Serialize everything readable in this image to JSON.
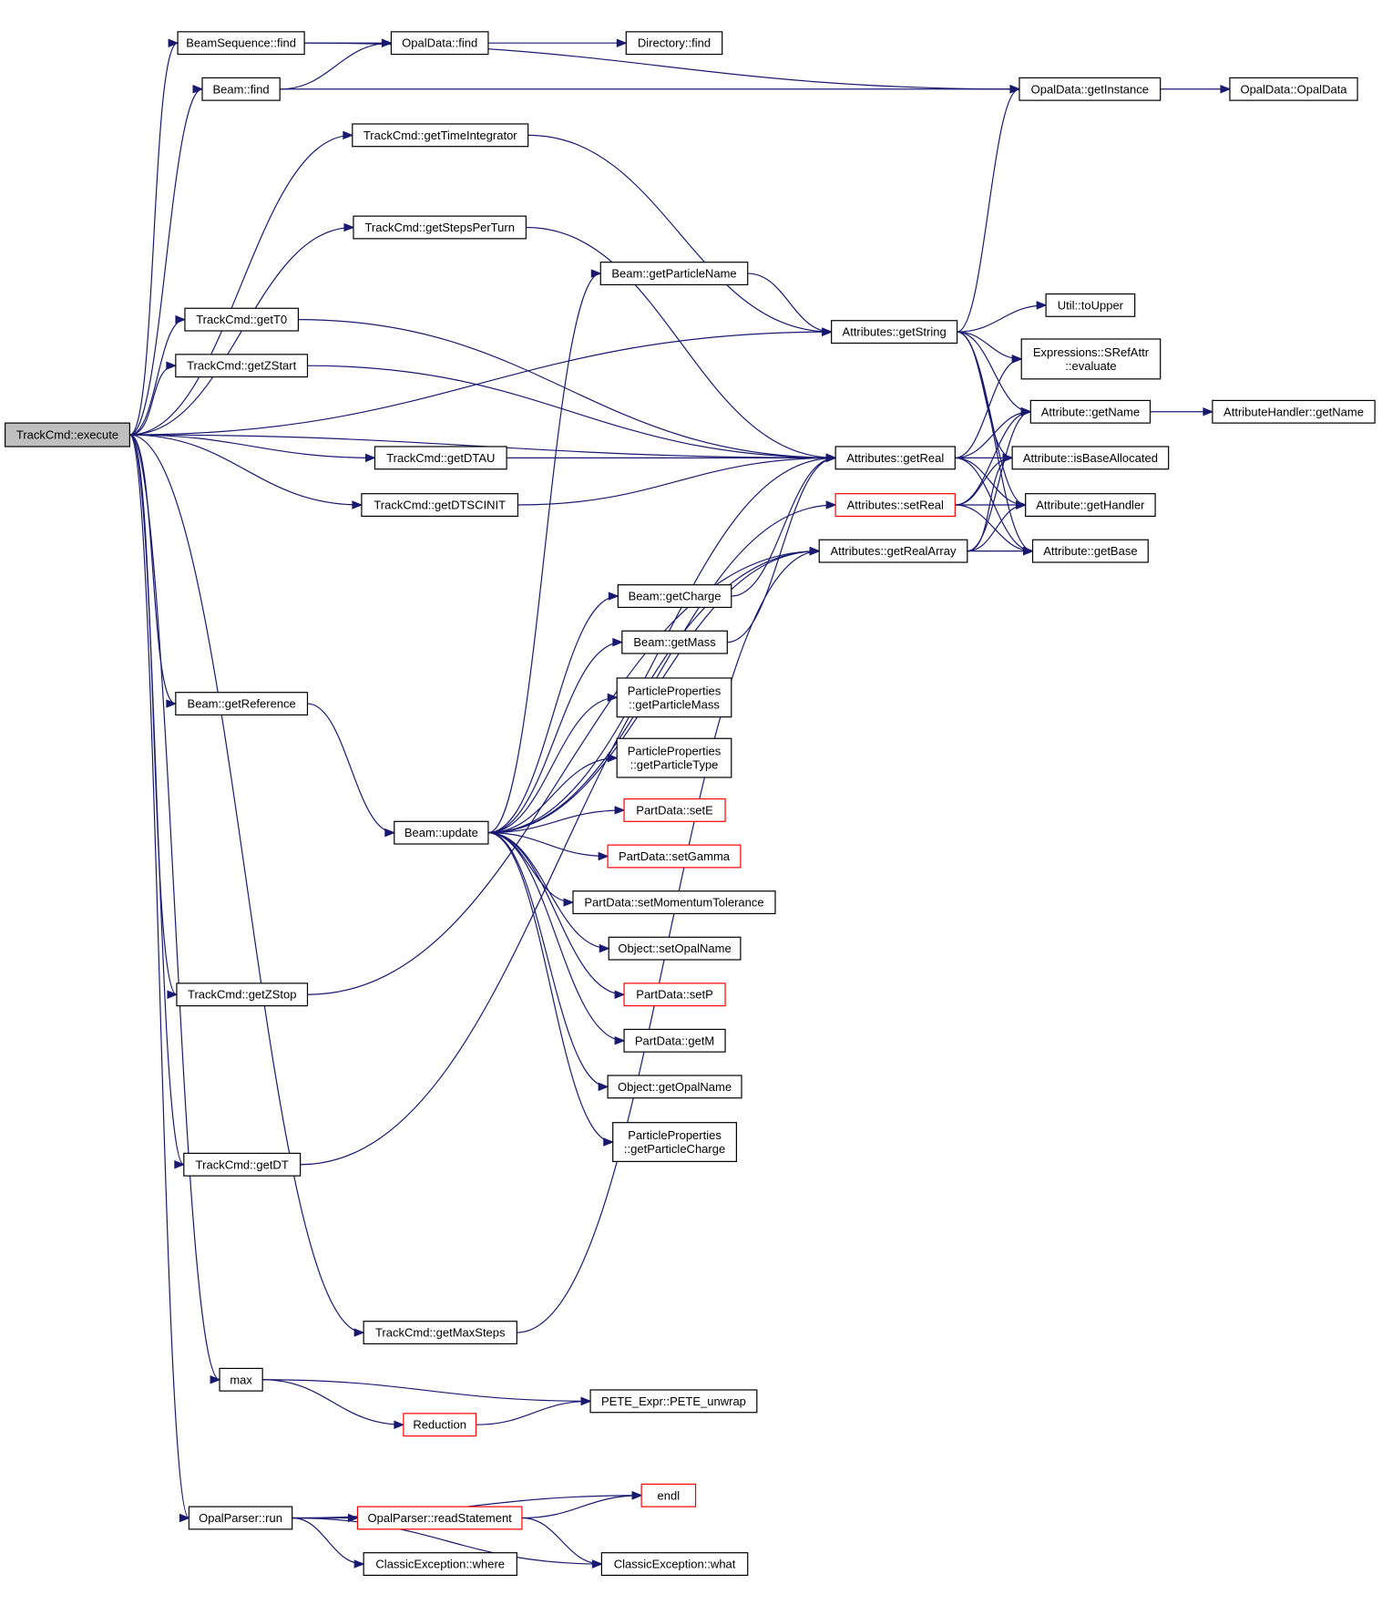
{
  "nodes": [
    {
      "id": "execute",
      "lines": [
        "TrackCmd::execute"
      ],
      "style": "root"
    },
    {
      "id": "beamseq_find",
      "lines": [
        "BeamSequence::find"
      ],
      "style": "normal"
    },
    {
      "id": "beam_find",
      "lines": [
        "Beam::find"
      ],
      "style": "normal"
    },
    {
      "id": "opaldata_find",
      "lines": [
        "OpalData::find"
      ],
      "style": "normal"
    },
    {
      "id": "directory_find",
      "lines": [
        "Directory::find"
      ],
      "style": "normal"
    },
    {
      "id": "get_instance",
      "lines": [
        "OpalData::getInstance"
      ],
      "style": "normal"
    },
    {
      "id": "opaldata_ctor",
      "lines": [
        "OpalData::OpalData"
      ],
      "style": "normal"
    },
    {
      "id": "get_time_integrator",
      "lines": [
        "TrackCmd::getTimeIntegrator"
      ],
      "style": "normal"
    },
    {
      "id": "get_steps_per_turn",
      "lines": [
        "TrackCmd::getStepsPerTurn"
      ],
      "style": "normal"
    },
    {
      "id": "get_particle_name",
      "lines": [
        "Beam::getParticleName"
      ],
      "style": "normal"
    },
    {
      "id": "get_t0",
      "lines": [
        "TrackCmd::getT0"
      ],
      "style": "normal"
    },
    {
      "id": "attr_get_string",
      "lines": [
        "Attributes::getString"
      ],
      "style": "normal"
    },
    {
      "id": "util_to_upper",
      "lines": [
        "Util::toUpper"
      ],
      "style": "normal"
    },
    {
      "id": "get_zstart",
      "lines": [
        "TrackCmd::getZStart"
      ],
      "style": "normal"
    },
    {
      "id": "srefattr_eval",
      "lines": [
        "Expressions::SRefAttr",
        "::evaluate"
      ],
      "style": "normal"
    },
    {
      "id": "attribute_get_name",
      "lines": [
        "Attribute::getName"
      ],
      "style": "normal"
    },
    {
      "id": "handler_get_name",
      "lines": [
        "AttributeHandler::getName"
      ],
      "style": "normal"
    },
    {
      "id": "get_dtau",
      "lines": [
        "TrackCmd::getDTAU"
      ],
      "style": "normal"
    },
    {
      "id": "attr_get_real",
      "lines": [
        "Attributes::getReal"
      ],
      "style": "normal"
    },
    {
      "id": "is_base_allocated",
      "lines": [
        "Attribute::isBaseAllocated"
      ],
      "style": "normal"
    },
    {
      "id": "get_dtscinit",
      "lines": [
        "TrackCmd::getDTSCINIT"
      ],
      "style": "normal"
    },
    {
      "id": "attr_set_real",
      "lines": [
        "Attributes::setReal"
      ],
      "style": "red"
    },
    {
      "id": "get_handler",
      "lines": [
        "Attribute::getHandler"
      ],
      "style": "normal"
    },
    {
      "id": "get_real_array",
      "lines": [
        "Attributes::getRealArray"
      ],
      "style": "normal"
    },
    {
      "id": "get_base",
      "lines": [
        "Attribute::getBase"
      ],
      "style": "normal"
    },
    {
      "id": "get_charge",
      "lines": [
        "Beam::getCharge"
      ],
      "style": "normal"
    },
    {
      "id": "get_mass",
      "lines": [
        "Beam::getMass"
      ],
      "style": "normal"
    },
    {
      "id": "get_reference",
      "lines": [
        "Beam::getReference"
      ],
      "style": "normal"
    },
    {
      "id": "pp_get_mass",
      "lines": [
        "ParticleProperties",
        "::getParticleMass"
      ],
      "style": "normal"
    },
    {
      "id": "pp_get_type",
      "lines": [
        "ParticleProperties",
        "::getParticleType"
      ],
      "style": "normal"
    },
    {
      "id": "set_e",
      "lines": [
        "PartData::setE"
      ],
      "style": "red"
    },
    {
      "id": "beam_update",
      "lines": [
        "Beam::update"
      ],
      "style": "normal"
    },
    {
      "id": "set_gamma",
      "lines": [
        "PartData::setGamma"
      ],
      "style": "red"
    },
    {
      "id": "set_momentum_tol",
      "lines": [
        "PartData::setMomentumTolerance"
      ],
      "style": "normal"
    },
    {
      "id": "set_opal_name",
      "lines": [
        "Object::setOpalName"
      ],
      "style": "normal"
    },
    {
      "id": "get_zstop",
      "lines": [
        "TrackCmd::getZStop"
      ],
      "style": "normal"
    },
    {
      "id": "set_p",
      "lines": [
        "PartData::setP"
      ],
      "style": "red"
    },
    {
      "id": "get_m",
      "lines": [
        "PartData::getM"
      ],
      "style": "normal"
    },
    {
      "id": "get_opal_name",
      "lines": [
        "Object::getOpalName"
      ],
      "style": "normal"
    },
    {
      "id": "pp_get_charge",
      "lines": [
        "ParticleProperties",
        "::getParticleCharge"
      ],
      "style": "normal"
    },
    {
      "id": "get_dt",
      "lines": [
        "TrackCmd::getDT"
      ],
      "style": "normal"
    },
    {
      "id": "get_max_steps",
      "lines": [
        "TrackCmd::getMaxSteps"
      ],
      "style": "normal"
    },
    {
      "id": "max",
      "lines": [
        "max"
      ],
      "style": "normal"
    },
    {
      "id": "pete_unwrap",
      "lines": [
        "PETE_Expr::PETE_unwrap"
      ],
      "style": "normal"
    },
    {
      "id": "reduction",
      "lines": [
        "Reduction"
      ],
      "style": "red"
    },
    {
      "id": "endl",
      "lines": [
        "endl"
      ],
      "style": "red"
    },
    {
      "id": "parser_run",
      "lines": [
        "OpalParser::run"
      ],
      "style": "normal"
    },
    {
      "id": "read_statement",
      "lines": [
        "OpalParser::readStatement"
      ],
      "style": "red"
    },
    {
      "id": "exc_where",
      "lines": [
        "ClassicException::where"
      ],
      "style": "normal"
    },
    {
      "id": "exc_what",
      "lines": [
        "ClassicException::what"
      ],
      "style": "normal"
    }
  ],
  "edges": [
    [
      "execute",
      "beamseq_find"
    ],
    [
      "execute",
      "beam_find"
    ],
    [
      "execute",
      "get_time_integrator"
    ],
    [
      "execute",
      "attr_get_string"
    ],
    [
      "execute",
      "get_steps_per_turn"
    ],
    [
      "execute",
      "get_t0"
    ],
    [
      "execute",
      "get_zstart"
    ],
    [
      "execute",
      "attr_get_real"
    ],
    [
      "execute",
      "get_dtau"
    ],
    [
      "execute",
      "get_dtscinit"
    ],
    [
      "execute",
      "get_reference"
    ],
    [
      "execute",
      "get_zstop"
    ],
    [
      "execute",
      "get_dt"
    ],
    [
      "execute",
      "get_max_steps"
    ],
    [
      "execute",
      "max"
    ],
    [
      "execute",
      "parser_run"
    ],
    [
      "beamseq_find",
      "opaldata_find"
    ],
    [
      "beamseq_find",
      "get_instance"
    ],
    [
      "beam_find",
      "opaldata_find"
    ],
    [
      "beam_find",
      "get_instance"
    ],
    [
      "opaldata_find",
      "directory_find"
    ],
    [
      "get_instance",
      "opaldata_ctor"
    ],
    [
      "get_time_integrator",
      "attr_get_string"
    ],
    [
      "get_steps_per_turn",
      "attr_get_real"
    ],
    [
      "get_particle_name",
      "attr_get_string"
    ],
    [
      "get_t0",
      "attr_get_real"
    ],
    [
      "get_zstart",
      "attr_get_real"
    ],
    [
      "get_dtau",
      "attr_get_real"
    ],
    [
      "get_dtscinit",
      "attr_get_real"
    ],
    [
      "attr_get_string",
      "get_instance"
    ],
    [
      "attr_get_string",
      "util_to_upper"
    ],
    [
      "attr_get_string",
      "srefattr_eval"
    ],
    [
      "attr_get_string",
      "attribute_get_name"
    ],
    [
      "attr_get_string",
      "is_base_allocated"
    ],
    [
      "attr_get_string",
      "get_handler"
    ],
    [
      "attr_get_string",
      "get_base"
    ],
    [
      "attribute_get_name",
      "handler_get_name"
    ],
    [
      "attr_get_real",
      "srefattr_eval"
    ],
    [
      "attr_get_real",
      "attribute_get_name"
    ],
    [
      "attr_get_real",
      "is_base_allocated"
    ],
    [
      "attr_get_real",
      "get_handler"
    ],
    [
      "attr_get_real",
      "get_base"
    ],
    [
      "attr_set_real",
      "attribute_get_name"
    ],
    [
      "attr_set_real",
      "is_base_allocated"
    ],
    [
      "attr_set_real",
      "get_handler"
    ],
    [
      "attr_set_real",
      "get_base"
    ],
    [
      "get_real_array",
      "attribute_get_name"
    ],
    [
      "get_real_array",
      "is_base_allocated"
    ],
    [
      "get_real_array",
      "get_handler"
    ],
    [
      "get_real_array",
      "get_base"
    ],
    [
      "get_reference",
      "beam_update"
    ],
    [
      "beam_update",
      "get_particle_name"
    ],
    [
      "beam_update",
      "attr_get_real"
    ],
    [
      "beam_update",
      "attr_set_real"
    ],
    [
      "beam_update",
      "get_real_array"
    ],
    [
      "beam_update",
      "get_charge"
    ],
    [
      "beam_update",
      "get_mass"
    ],
    [
      "beam_update",
      "pp_get_mass"
    ],
    [
      "beam_update",
      "pp_get_type"
    ],
    [
      "beam_update",
      "set_e"
    ],
    [
      "beam_update",
      "set_gamma"
    ],
    [
      "beam_update",
      "set_momentum_tol"
    ],
    [
      "beam_update",
      "set_opal_name"
    ],
    [
      "beam_update",
      "set_p"
    ],
    [
      "beam_update",
      "get_m"
    ],
    [
      "beam_update",
      "get_opal_name"
    ],
    [
      "beam_update",
      "pp_get_charge"
    ],
    [
      "get_charge",
      "attr_get_real"
    ],
    [
      "get_mass",
      "attr_get_real"
    ],
    [
      "get_zstop",
      "get_real_array"
    ],
    [
      "get_dt",
      "get_real_array"
    ],
    [
      "get_max_steps",
      "get_real_array"
    ],
    [
      "max",
      "pete_unwrap"
    ],
    [
      "max",
      "reduction"
    ],
    [
      "reduction",
      "pete_unwrap"
    ],
    [
      "parser_run",
      "endl"
    ],
    [
      "parser_run",
      "read_statement"
    ],
    [
      "parser_run",
      "exc_where"
    ],
    [
      "parser_run",
      "exc_what"
    ],
    [
      "read_statement",
      "endl"
    ],
    [
      "read_statement",
      "exc_what"
    ]
  ]
}
